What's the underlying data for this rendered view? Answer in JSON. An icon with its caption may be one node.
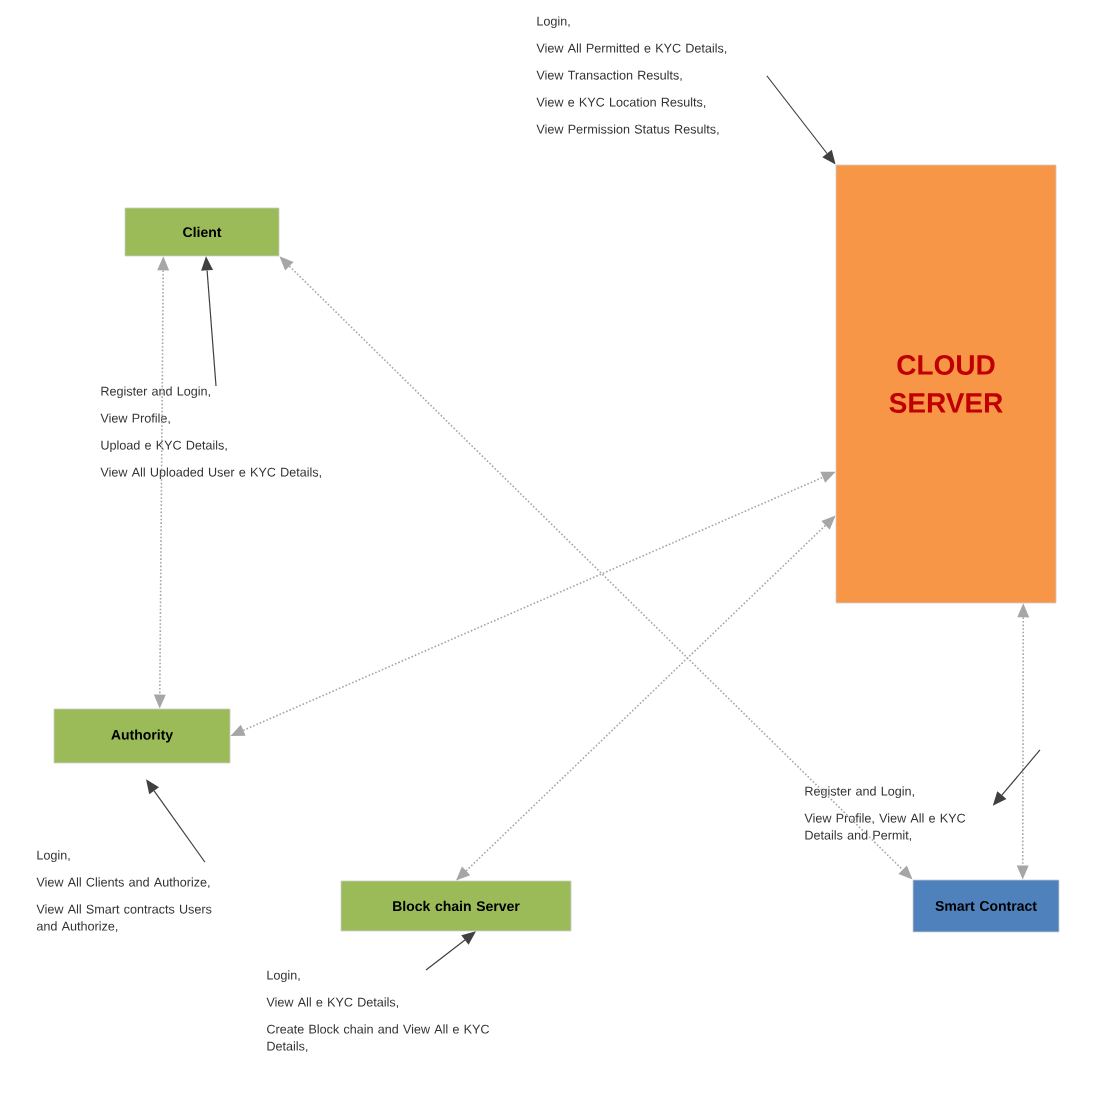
{
  "diagram": {
    "nodes": [
      {
        "text": [
          "Client"
        ]
      },
      {
        "text": [
          "CLOUD SERVER"
        ]
      },
      {
        "text": [
          "Authority"
        ]
      },
      {
        "text": [
          "Block chain Server"
        ]
      },
      {
        "text": [
          "Smart Contract"
        ]
      },
      {
        "text": [
          "Login,",
          "View All Permitted e KYC Details,",
          "View Transaction Results,",
          "View e KYC Location Results,",
          "View Permission Status Results,"
        ]
      },
      {
        "text": [
          "Register and Login,",
          "View Profile,",
          "Upload e KYC Details,",
          "View All Uploaded User e KYC Details,"
        ]
      },
      {
        "text": [
          "Login,",
          "View All Clients and Authorize,",
          "View All Smart contracts Users and Authorize,"
        ]
      },
      {
        "text": [
          "Login,",
          "View All e KYC Details,",
          "Create Block chain and View All e KYC Details,"
        ]
      },
      {
        "text": [
          "Register and Login,",
          "View Profile, View All e KYC Details and Permit,"
        ]
      }
    ],
    "edges": [
      {
        "from": 0,
        "to": 2,
        "arrow": "both",
        "style": "dashed",
        "color": "#a6a6a6"
      },
      {
        "from": 0,
        "to": 4,
        "arrow": "both",
        "style": "dashed",
        "color": "#a6a6a6"
      },
      {
        "from": 2,
        "to": 1,
        "arrow": "both",
        "style": "dashed",
        "color": "#a6a6a6"
      },
      {
        "from": 3,
        "to": 1,
        "arrow": "both",
        "style": "dashed",
        "color": "#a6a6a6"
      },
      {
        "from": 1,
        "to": 4,
        "arrow": "both",
        "style": "dashed",
        "color": "#a6a6a6"
      },
      {
        "from": 5,
        "to": 1,
        "arrow": "to",
        "color": "#404040"
      },
      {
        "from": 6,
        "to": 0,
        "arrow": "to",
        "color": "#404040"
      },
      {
        "from": 7,
        "to": 2,
        "arrow": "to",
        "color": "#404040"
      },
      {
        "from": 8,
        "to": 3,
        "arrow": "to",
        "color": "#404040"
      },
      {
        "from": null,
        "to": 9,
        "arrow": "to",
        "color": "#404040"
      }
    ]
  }
}
